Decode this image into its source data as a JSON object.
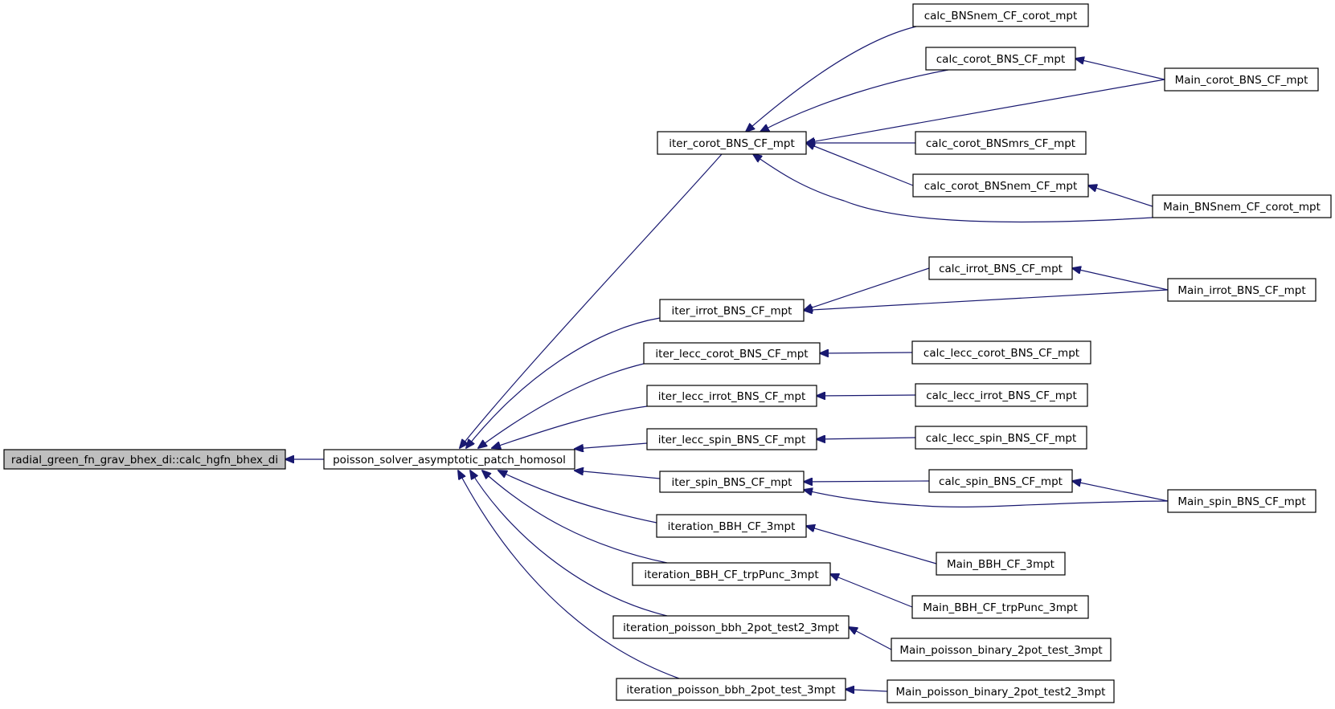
{
  "graph": {
    "edge_color": "#191970",
    "root_fill": "#bfbfbf",
    "nodes": [
      {
        "id": "root",
        "label": "radial_green_fn_grav_bhex_di::calc_hgfn_bhex_di",
        "root": true
      },
      {
        "id": "pos",
        "label": "poisson_solver_asymptotic_patch_homosol"
      },
      {
        "id": "iter_corot",
        "label": "iter_corot_BNS_CF_mpt"
      },
      {
        "id": "iter_irrot",
        "label": "iter_irrot_BNS_CF_mpt"
      },
      {
        "id": "iter_lecc_corot",
        "label": "iter_lecc_corot_BNS_CF_mpt"
      },
      {
        "id": "iter_lecc_irrot",
        "label": "iter_lecc_irrot_BNS_CF_mpt"
      },
      {
        "id": "iter_lecc_spin",
        "label": "iter_lecc_spin_BNS_CF_mpt"
      },
      {
        "id": "iter_spin",
        "label": "iter_spin_BNS_CF_mpt"
      },
      {
        "id": "iteration_bbh",
        "label": "iteration_BBH_CF_3mpt"
      },
      {
        "id": "iteration_bbh_trp",
        "label": "iteration_BBH_CF_trpPunc_3mpt"
      },
      {
        "id": "iteration_pois_test2",
        "label": "iteration_poisson_bbh_2pot_test2_3mpt"
      },
      {
        "id": "iteration_pois_test",
        "label": "iteration_poisson_bbh_2pot_test_3mpt"
      },
      {
        "id": "calc_bnsnem_corot",
        "label": "calc_BNSnem_CF_corot_mpt"
      },
      {
        "id": "calc_corot",
        "label": "calc_corot_BNS_CF_mpt"
      },
      {
        "id": "calc_corot_mrs",
        "label": "calc_corot_BNSmrs_CF_mpt"
      },
      {
        "id": "calc_corot_nem",
        "label": "calc_corot_BNSnem_CF_mpt"
      },
      {
        "id": "calc_irrot",
        "label": "calc_irrot_BNS_CF_mpt"
      },
      {
        "id": "calc_lecc_corot",
        "label": "calc_lecc_corot_BNS_CF_mpt"
      },
      {
        "id": "calc_lecc_irrot",
        "label": "calc_lecc_irrot_BNS_CF_mpt"
      },
      {
        "id": "calc_lecc_spin",
        "label": "calc_lecc_spin_BNS_CF_mpt"
      },
      {
        "id": "calc_spin",
        "label": "calc_spin_BNS_CF_mpt"
      },
      {
        "id": "main_bbh",
        "label": "Main_BBH_CF_3mpt"
      },
      {
        "id": "main_bbh_trp",
        "label": "Main_BBH_CF_trpPunc_3mpt"
      },
      {
        "id": "main_pois_test",
        "label": "Main_poisson_binary_2pot_test_3mpt"
      },
      {
        "id": "main_pois_test2",
        "label": "Main_poisson_binary_2pot_test2_3mpt"
      },
      {
        "id": "main_corot",
        "label": "Main_corot_BNS_CF_mpt"
      },
      {
        "id": "main_bnsnem",
        "label": "Main_BNSnem_CF_corot_mpt"
      },
      {
        "id": "main_irrot",
        "label": "Main_irrot_BNS_CF_mpt"
      },
      {
        "id": "main_spin",
        "label": "Main_spin_BNS_CF_mpt"
      }
    ],
    "edges": [
      {
        "from": "pos",
        "to": "root"
      },
      {
        "from": "iter_corot",
        "to": "pos"
      },
      {
        "from": "iter_irrot",
        "to": "pos"
      },
      {
        "from": "iter_lecc_corot",
        "to": "pos"
      },
      {
        "from": "iter_lecc_irrot",
        "to": "pos"
      },
      {
        "from": "iter_lecc_spin",
        "to": "pos"
      },
      {
        "from": "iter_spin",
        "to": "pos"
      },
      {
        "from": "iteration_bbh",
        "to": "pos"
      },
      {
        "from": "iteration_bbh_trp",
        "to": "pos"
      },
      {
        "from": "iteration_pois_test2",
        "to": "pos"
      },
      {
        "from": "iteration_pois_test",
        "to": "pos"
      },
      {
        "from": "calc_bnsnem_corot",
        "to": "iter_corot"
      },
      {
        "from": "calc_corot",
        "to": "iter_corot"
      },
      {
        "from": "main_corot",
        "to": "iter_corot"
      },
      {
        "from": "calc_corot_mrs",
        "to": "iter_corot"
      },
      {
        "from": "calc_corot_nem",
        "to": "iter_corot"
      },
      {
        "from": "main_bnsnem",
        "to": "iter_corot"
      },
      {
        "from": "main_corot",
        "to": "calc_corot"
      },
      {
        "from": "main_bnsnem",
        "to": "calc_corot_nem"
      },
      {
        "from": "calc_irrot",
        "to": "iter_irrot"
      },
      {
        "from": "main_irrot",
        "to": "iter_irrot"
      },
      {
        "from": "main_irrot",
        "to": "calc_irrot"
      },
      {
        "from": "calc_lecc_corot",
        "to": "iter_lecc_corot"
      },
      {
        "from": "calc_lecc_irrot",
        "to": "iter_lecc_irrot"
      },
      {
        "from": "calc_lecc_spin",
        "to": "iter_lecc_spin"
      },
      {
        "from": "calc_spin",
        "to": "iter_spin"
      },
      {
        "from": "main_spin",
        "to": "iter_spin"
      },
      {
        "from": "main_spin",
        "to": "calc_spin"
      },
      {
        "from": "main_bbh",
        "to": "iteration_bbh"
      },
      {
        "from": "main_bbh_trp",
        "to": "iteration_bbh_trp"
      },
      {
        "from": "main_pois_test",
        "to": "iteration_pois_test2"
      },
      {
        "from": "main_pois_test2",
        "to": "iteration_pois_test"
      }
    ]
  }
}
